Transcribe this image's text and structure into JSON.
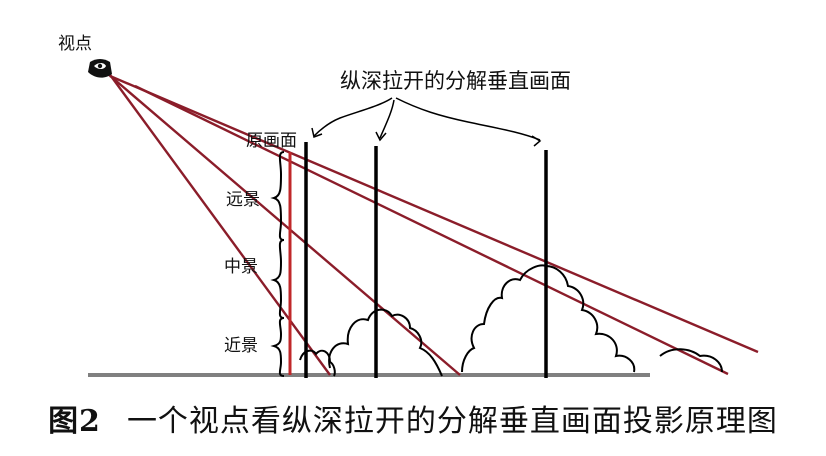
{
  "labels": {
    "viewpoint": "视点",
    "depth_planes": "纵深拉开的分解垂直画面",
    "original_plane": "原画面",
    "far": "远景",
    "middle": "中景",
    "near": "近景"
  },
  "caption": {
    "number": "图2",
    "text": "一个视点看纵深拉开的分解垂直画面投影原理图"
  },
  "colors": {
    "ray": "#8b1d2a",
    "original_plane": "#c0282a",
    "plane": "#000000",
    "ground": "#808080"
  },
  "icons": [
    "eye-icon"
  ]
}
